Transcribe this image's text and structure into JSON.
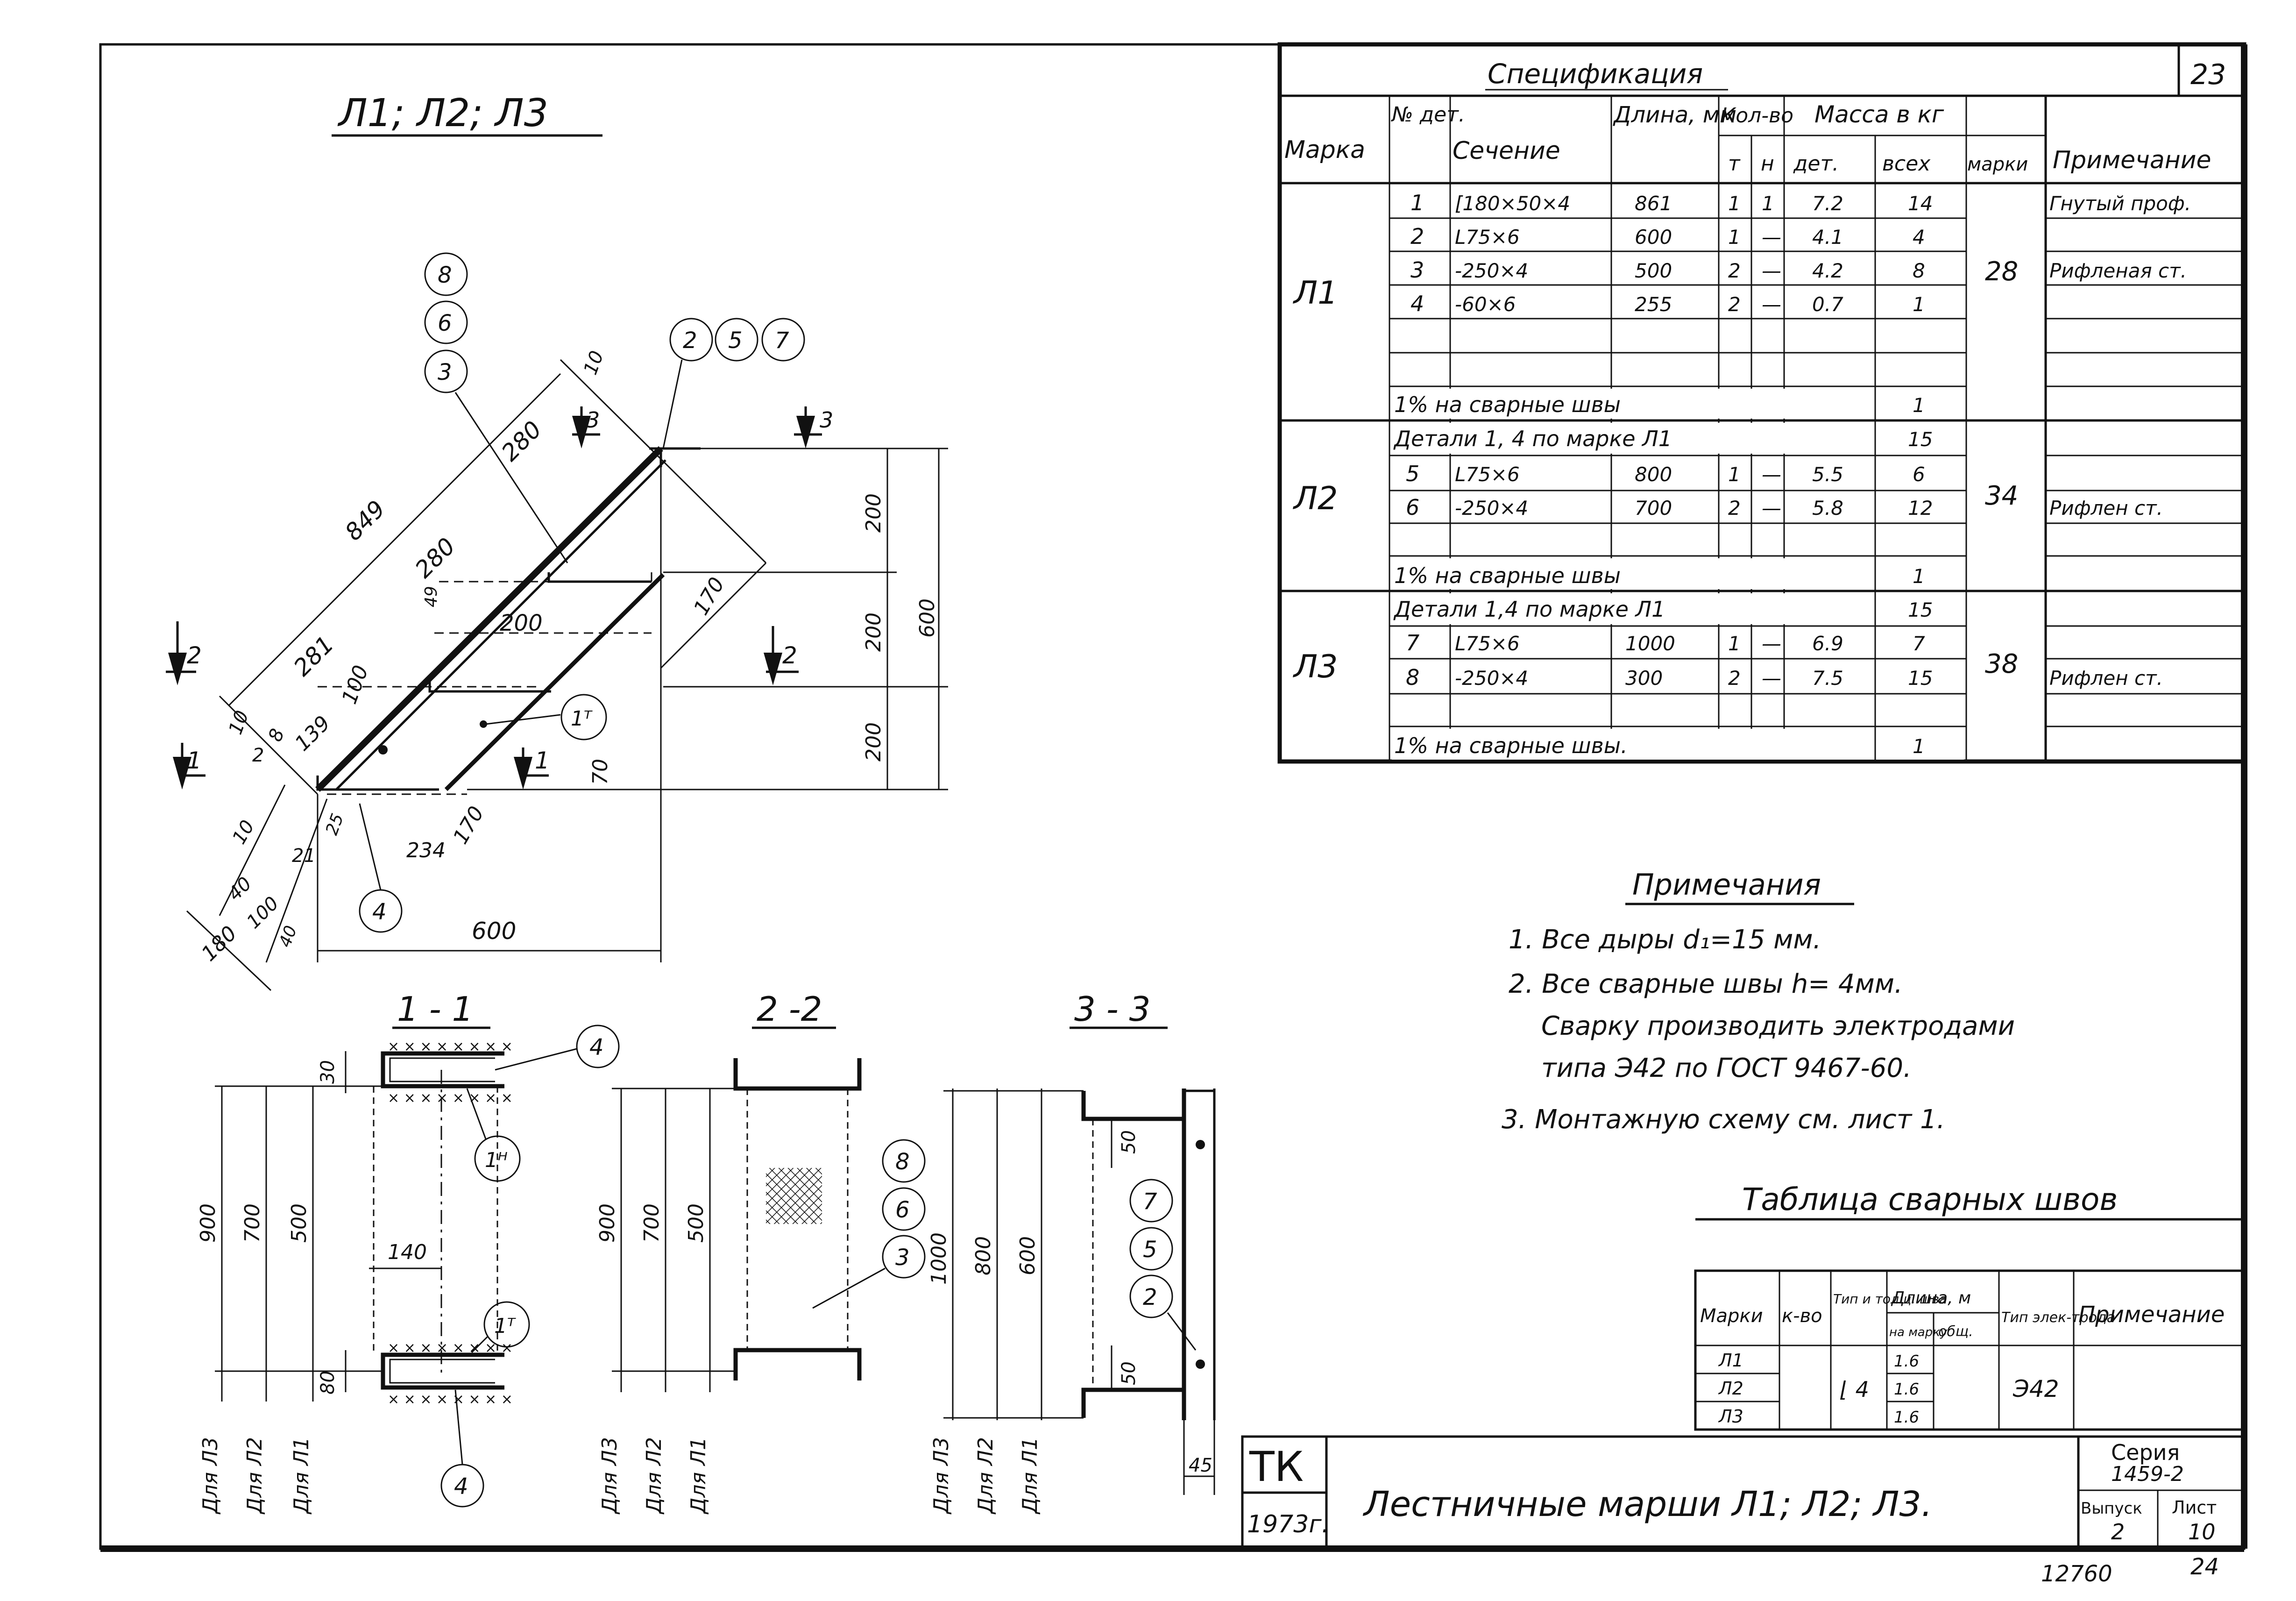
{
  "sheet_number_top": "23",
  "main_view": {
    "title": "Л1; Л2; Л3",
    "dimensions": {
      "total_diagonal": "849",
      "step_280_a": "280",
      "step_280_b": "280",
      "step_281": "281",
      "d10_top": "10",
      "d10_a": "10",
      "d10_b": "10",
      "d2": "2",
      "d8": "8",
      "d139": "139",
      "d100": "100",
      "d200_inner": "200",
      "d170_a": "170",
      "d170_b": "170",
      "d234": "234",
      "d21": "21",
      "d25": "25",
      "d40_a": "40",
      "d40_b": "40",
      "d100_b": "100",
      "d180": "180",
      "d70": "70",
      "d49": "49",
      "right_200_a": "200",
      "right_200_b": "200",
      "right_200_c": "200",
      "right_600": "600",
      "bottom_600": "600"
    },
    "cut_marks": {
      "cut1_left": "1",
      "cut1_right": "1",
      "cut2_left": "2",
      "cut2_right": "2",
      "cut3_left": "3",
      "cut3_right": "3"
    },
    "callouts": {
      "c8": "8",
      "c6": "6",
      "c3": "3",
      "c2": "2",
      "c5": "5",
      "c7": "7",
      "c1t": "1ᵀ",
      "c4": "4"
    }
  },
  "section_1_1": {
    "title": "1 - 1",
    "dims": {
      "d30": "30",
      "d140": "140",
      "d80": "80",
      "d900": "900",
      "d700": "700",
      "d500": "500"
    },
    "labels": {
      "for_l3": "Для Л3",
      "for_l2": "Для Л2",
      "for_l1": "Для Л1"
    },
    "callouts": {
      "c4_top": "4",
      "c1h": "1ᴴ",
      "c1t": "1ᵀ",
      "c4_bottom": "4"
    }
  },
  "section_2_2": {
    "title": "2 -2",
    "dims": {
      "d900": "900",
      "d700": "700",
      "d500": "500"
    },
    "labels": {
      "for_l3": "Для Л3",
      "for_l2": "Для Л2",
      "for_l1": "Для Л1"
    },
    "callouts": {
      "c8": "8",
      "c6": "6",
      "c3": "3"
    }
  },
  "section_3_3": {
    "title": "3 - 3",
    "dims": {
      "d1000": "1000",
      "d800": "800",
      "d600": "600",
      "d50_top": "50",
      "d50_bot": "50",
      "d45": "45"
    },
    "labels": {
      "for_l3": "Для Л3",
      "for_l2": "Для Л2",
      "for_l1": "Для Л1"
    },
    "callouts": {
      "c7": "7",
      "c5": "5",
      "c2": "2"
    }
  },
  "spec": {
    "title": "Спецификация",
    "headers": {
      "mark": "Марка",
      "det_no": "№ дет.",
      "section": "Сечение",
      "length": "Длина, мм",
      "qty": "Кол-во",
      "qty_t": "т",
      "qty_n": "н",
      "mass": "Масса в кг",
      "mass_det": "дет.",
      "mass_all": "всех",
      "mass_mark": "марки",
      "note": "Примечание"
    },
    "groups": [
      {
        "mark": "Л1",
        "rows": [
          {
            "no": "1",
            "sec": "[180×50×4",
            "len": "861",
            "t": "1",
            "n": "1",
            "det": "7.2",
            "all": "14",
            "note": "Гнутый проф."
          },
          {
            "no": "2",
            "sec": "L75×6",
            "len": "600",
            "t": "1",
            "n": "—",
            "det": "4.1",
            "all": "4",
            "note": ""
          },
          {
            "no": "3",
            "sec": "-250×4",
            "len": "500",
            "t": "2",
            "n": "—",
            "det": "4.2",
            "all": "8",
            "note": "Рифленая ст."
          },
          {
            "no": "4",
            "sec": "-60×6",
            "len": "255",
            "t": "2",
            "n": "—",
            "det": "0.7",
            "all": "1",
            "note": ""
          }
        ],
        "weld": "1% на сварные швы",
        "weld_all": "1",
        "mark_mass": "28"
      },
      {
        "mark": "Л2",
        "details": "Детали 1, 4 по марке Л1",
        "details_all": "15",
        "rows": [
          {
            "no": "5",
            "sec": "L75×6",
            "len": "800",
            "t": "1",
            "n": "—",
            "det": "5.5",
            "all": "6",
            "note": ""
          },
          {
            "no": "6",
            "sec": "-250×4",
            "len": "700",
            "t": "2",
            "n": "—",
            "det": "5.8",
            "all": "12",
            "note": "Рифлен ст."
          }
        ],
        "weld": "1% на сварные швы",
        "weld_all": "1",
        "mark_mass": "34"
      },
      {
        "mark": "Л3",
        "details": "Детали 1,4 по марке Л1",
        "details_all": "15",
        "rows": [
          {
            "no": "7",
            "sec": "L75×6",
            "len": "1000",
            "t": "1",
            "n": "—",
            "det": "6.9",
            "all": "7",
            "note": ""
          },
          {
            "no": "8",
            "sec": "-250×4",
            "len": "300",
            "t": "2",
            "n": "—",
            "det": "7.5",
            "all": "15",
            "note": "Рифлен ст."
          }
        ],
        "weld": "1% на сварные швы.",
        "weld_all": "1",
        "mark_mass": "38"
      }
    ]
  },
  "notes": {
    "title": "Примечания",
    "items": [
      "1.  Все дыры d₁=15 мм.",
      "2.  Все сварные швы h= 4мм.",
      "Сварку производить электродами",
      "типа Э42 по ГОСТ 9467-60.",
      "3.  Монтажную схему см. лист 1."
    ]
  },
  "weld_table": {
    "title": "Таблица сварных швов",
    "headers": {
      "marks": "Марки",
      "qty": "к-во",
      "type": "Тип и толщ. шва",
      "length": "Длина, м",
      "len_one": "на марку",
      "len_total": "общ.",
      "electrode": "Тип элек-трода",
      "note": "Примечание"
    },
    "rows": [
      {
        "mark": "Л1",
        "len": "1.6"
      },
      {
        "mark": "Л2",
        "len": "1.6"
      },
      {
        "mark": "Л3",
        "len": "1.6"
      }
    ],
    "weld_type": "⌊ 4",
    "electrode": "Э42"
  },
  "title_block": {
    "org": "ТК",
    "year": "1973г.",
    "title": "Лестничные марши Л1; Л2; Л3.",
    "series_label": "Серия",
    "series": "1459-2",
    "issue_label": "Выпуск",
    "issue": "2",
    "sheet_label": "Лист",
    "sheet": "10"
  },
  "footer": {
    "archive_no": "12760",
    "page": "24"
  }
}
